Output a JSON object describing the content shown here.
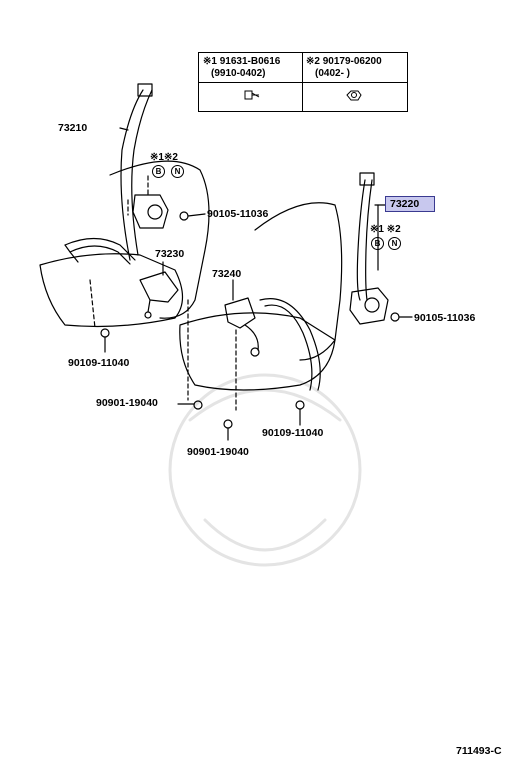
{
  "table": {
    "col1": {
      "mark": "※1",
      "part": "91631-B0616",
      "range": "(9910-0402)"
    },
    "col2": {
      "mark": "※2",
      "part": "90179-06200",
      "range": "(0402-      )"
    }
  },
  "labels": {
    "p73210": "73210",
    "p73220": "73220",
    "p73230": "73230",
    "p73240": "73240",
    "p90105_left": "90105-11036",
    "p90105_right": "90105-11036",
    "p90109_left": "90109-11040",
    "p90109_right": "90109-11040",
    "p90901_a": "90901-19040",
    "p90901_b": "90901-19040",
    "mark1": "※1",
    "mark2": "※2",
    "circle_b": "B",
    "circle_n": "N"
  },
  "figure_id": "711493-C",
  "highlight_color": "#c8c8ee"
}
